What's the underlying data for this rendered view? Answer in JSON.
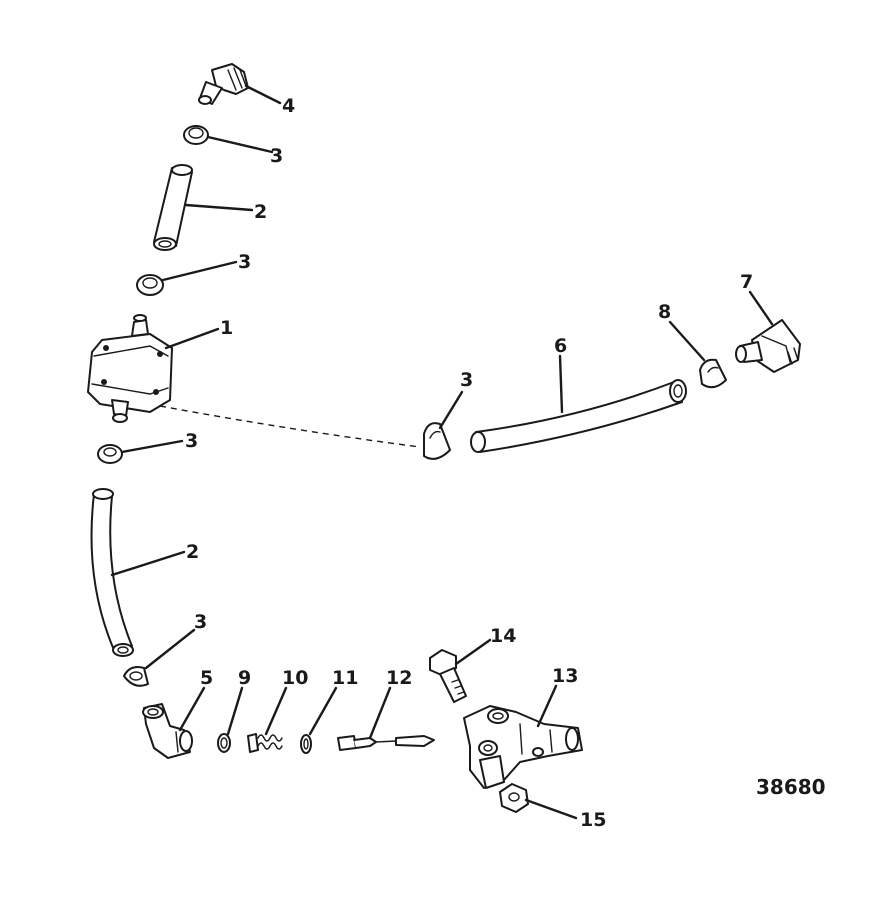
{
  "figure_number": "38680",
  "callouts": {
    "c1": "1",
    "c2_upper": "2",
    "c2_lower": "2",
    "c3_a": "3",
    "c3_b": "3",
    "c3_c": "3",
    "c3_d": "3",
    "c3_e": "3",
    "c4": "4",
    "c5": "5",
    "c6": "6",
    "c7": "7",
    "c8": "8",
    "c9": "9",
    "c10": "10",
    "c11": "11",
    "c12": "12",
    "c13": "13",
    "c14": "14",
    "c15": "15"
  }
}
